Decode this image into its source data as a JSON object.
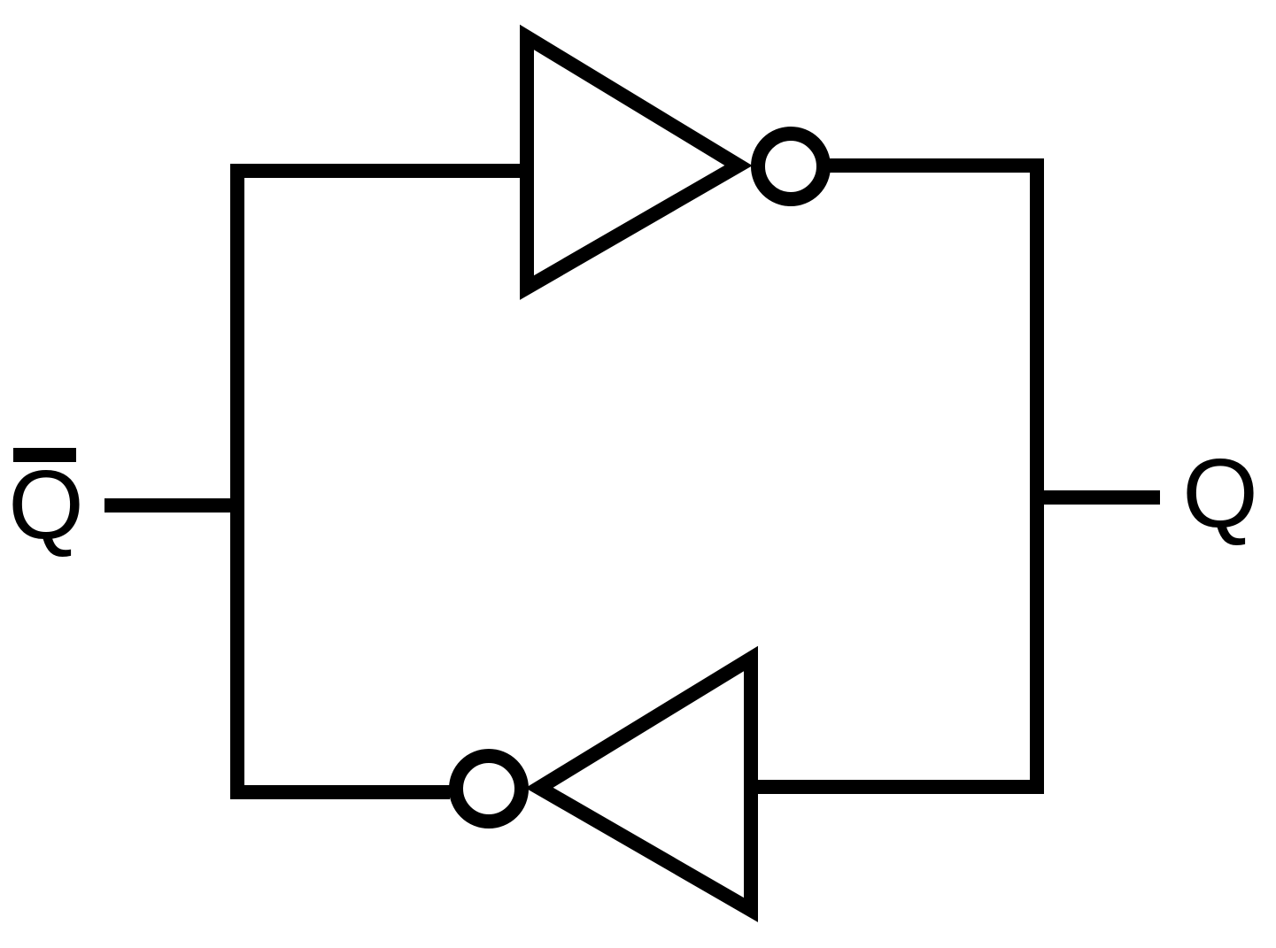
{
  "diagram": {
    "type": "cross-coupled inverters (latch)",
    "colors": {
      "stroke": "#000000",
      "background": "#ffffff"
    },
    "labels": {
      "q_bar": "Q",
      "q": "Q"
    },
    "components": [
      {
        "name": "inverter-top",
        "direction": "left-to-right",
        "input": "q_bar-node",
        "output": "q-node"
      },
      {
        "name": "inverter-bottom",
        "direction": "right-to-left",
        "input": "q-node",
        "output": "q_bar-node"
      }
    ]
  }
}
